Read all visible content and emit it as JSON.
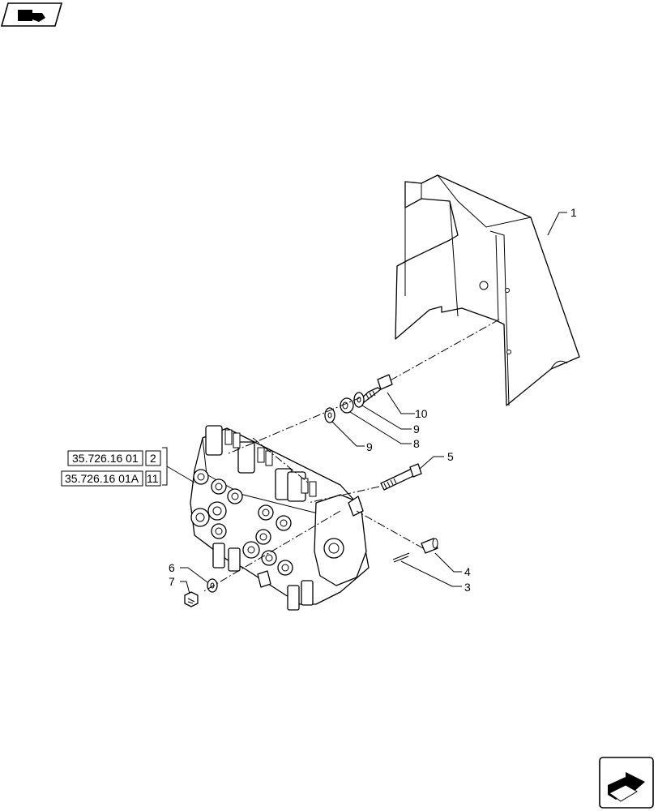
{
  "callouts": {
    "c1": "1",
    "c2": "3",
    "c3": "4",
    "c4": "5",
    "c5": "6",
    "c6": "7",
    "c7": "8",
    "c8": "9",
    "c9": "9",
    "c10": "10"
  },
  "references": [
    {
      "code": "35.726.16 01",
      "item": "2"
    },
    {
      "code": "35.726.16 01A",
      "item": "11"
    }
  ],
  "icons": {
    "top_left": "binocular-view-icon",
    "bottom_right": "next-page-arrow-icon"
  }
}
